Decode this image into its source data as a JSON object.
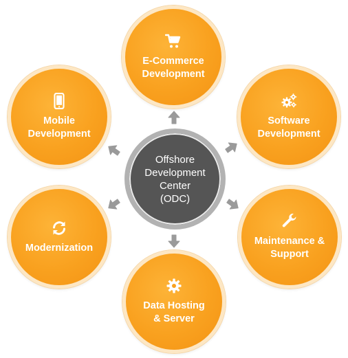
{
  "center": {
    "title": "Offshore Development Center (ODC)",
    "line1": "Offshore",
    "line2": "Development",
    "line3": "Center",
    "line4": "(ODC)"
  },
  "services": [
    {
      "line1": "E-Commerce",
      "line2": "Development",
      "icon": "shopping-cart-icon"
    },
    {
      "line1": "Software",
      "line2": "Development",
      "icon": "gears-icon"
    },
    {
      "line1": "Maintenance &",
      "line2": "Support",
      "icon": "wrench-icon"
    },
    {
      "line1": "Data Hosting",
      "line2": "& Server",
      "icon": "gear-icon"
    },
    {
      "line1": "Modernization",
      "line2": "",
      "icon": "refresh-icon"
    },
    {
      "line1": "Mobile",
      "line2": "Development",
      "icon": "mobile-phone-icon"
    }
  ],
  "colors": {
    "node_fill": "#f9a11f",
    "node_ring": "#fde7c4",
    "center_fill": "#555555",
    "center_ring": "#b2b2b2",
    "arrow": "#9a9a9a",
    "text": "#ffffff"
  }
}
